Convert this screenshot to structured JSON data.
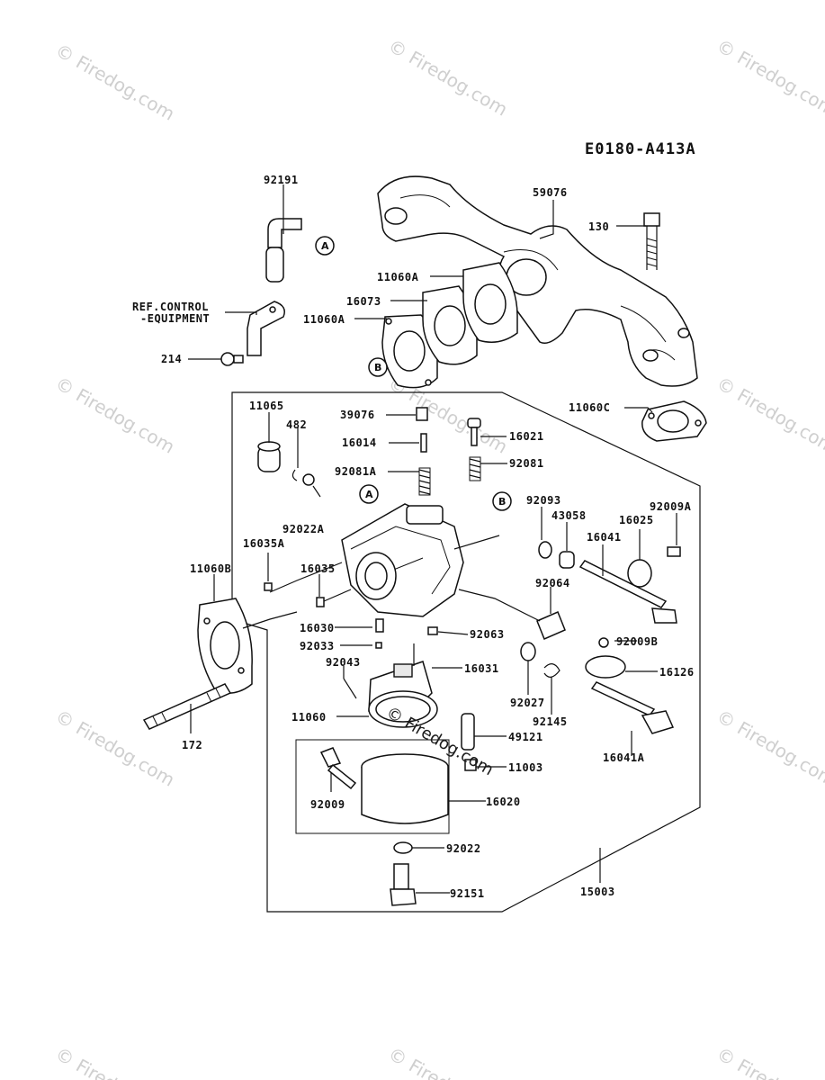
{
  "diagram_code": "E0180-A413A",
  "watermarks": {
    "tiled": "© Firedog.com",
    "center": "© Firedog.com"
  },
  "callouts": {
    "A": "A",
    "B": "B"
  },
  "parts": [
    {
      "id": "p92191",
      "label": "92191"
    },
    {
      "id": "p59076",
      "label": "59076"
    },
    {
      "id": "p130",
      "label": "130"
    },
    {
      "id": "p11060A_top",
      "label": "11060A"
    },
    {
      "id": "p16073",
      "label": "16073"
    },
    {
      "id": "p11060A_left",
      "label": "11060A"
    },
    {
      "id": "pref",
      "label": "REF.CONTROL"
    },
    {
      "id": "pref2",
      "label": "-EQUIPMENT"
    },
    {
      "id": "p214",
      "label": "214"
    },
    {
      "id": "p11060C",
      "label": "11060C"
    },
    {
      "id": "p11065",
      "label": "11065"
    },
    {
      "id": "p482",
      "label": "482"
    },
    {
      "id": "p39076",
      "label": "39076"
    },
    {
      "id": "p16014",
      "label": "16014"
    },
    {
      "id": "p16021",
      "label": "16021"
    },
    {
      "id": "p92081A",
      "label": "92081A"
    },
    {
      "id": "p92081",
      "label": "92081"
    },
    {
      "id": "p92022A",
      "label": "92022A"
    },
    {
      "id": "p92093",
      "label": "92093"
    },
    {
      "id": "p43058",
      "label": "43058"
    },
    {
      "id": "p92009A",
      "label": "92009A"
    },
    {
      "id": "p16025",
      "label": "16025"
    },
    {
      "id": "p16041",
      "label": "16041"
    },
    {
      "id": "p16035A",
      "label": "16035A"
    },
    {
      "id": "p11060B",
      "label": "11060B"
    },
    {
      "id": "p16035",
      "label": "16035"
    },
    {
      "id": "p92064",
      "label": "92064"
    },
    {
      "id": "p16030",
      "label": "16030"
    },
    {
      "id": "p92063",
      "label": "92063"
    },
    {
      "id": "p92033",
      "label": "92033"
    },
    {
      "id": "p92009B",
      "label": "92009B"
    },
    {
      "id": "p92043",
      "label": "92043"
    },
    {
      "id": "p16031",
      "label": "16031"
    },
    {
      "id": "p16126",
      "label": "16126"
    },
    {
      "id": "p92027",
      "label": "92027"
    },
    {
      "id": "p11060",
      "label": "11060"
    },
    {
      "id": "p172",
      "label": "172"
    },
    {
      "id": "p92145",
      "label": "92145"
    },
    {
      "id": "p49121",
      "label": "49121"
    },
    {
      "id": "p16041A",
      "label": "16041A"
    },
    {
      "id": "p11003",
      "label": "11003"
    },
    {
      "id": "p92009",
      "label": "92009"
    },
    {
      "id": "p16020",
      "label": "16020"
    },
    {
      "id": "p92022",
      "label": "92022"
    },
    {
      "id": "p15003",
      "label": "15003"
    },
    {
      "id": "p92151",
      "label": "92151"
    }
  ]
}
